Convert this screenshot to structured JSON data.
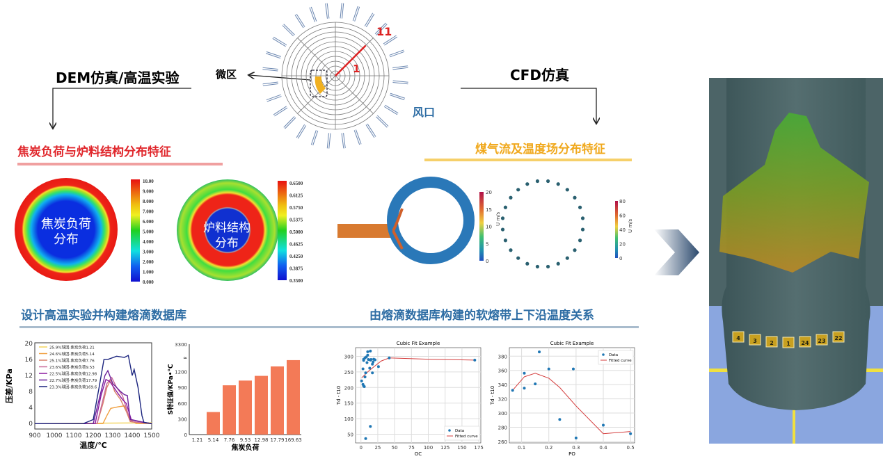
{
  "top": {
    "dem_label": "DEM仿真/高温实验",
    "cfd_label": "CFD仿真",
    "micro_label": "微区",
    "tuyere_label": "风口",
    "ring_inner": "1",
    "ring_outer": "11"
  },
  "sections": {
    "left_title": "焦炭负荷与炉料结构分布特征",
    "right_title": "煤气流及温度场分布特征",
    "bottom_left": "设计高温实验并构建熔滴数据库",
    "bottom_right": "由熔滴数据库构建的软熔带上下沿温度关系"
  },
  "heatmaps": [
    {
      "label1": "焦炭负荷",
      "label2": "分布",
      "ticks": [
        "10.00",
        "9.000",
        "8.000",
        "7.000",
        "6.000",
        "5.000",
        "4.000",
        "3.000",
        "2.000",
        "1.000",
        "0.000"
      ]
    },
    {
      "label1": "炉料结构",
      "label2": "分布",
      "ticks": [
        "0.6500",
        "0.6125",
        "0.5750",
        "0.5375",
        "0.5000",
        "0.4625",
        "0.4250",
        "0.3875",
        "0.3500"
      ]
    }
  ],
  "cfd": [
    {
      "unit": "U m/s",
      "ticks": [
        "20",
        "15",
        "10",
        "5",
        "0"
      ]
    },
    {
      "unit": "U m/s",
      "ticks": [
        "80",
        "60",
        "40",
        "20",
        "0"
      ]
    }
  ],
  "tuyere_numbers": [
    "4",
    "3",
    "2",
    "1",
    "24",
    "23",
    "22"
  ],
  "colors": {
    "red_title": "#e0262b",
    "orange_title": "#f0a81c",
    "blue_heading": "#2e6da4",
    "bar": "#f26b45"
  },
  "chart_data": [
    {
      "type": "line",
      "xlabel": "温度/℃",
      "ylabel": "压差/KPa",
      "xlim": [
        900,
        1500
      ],
      "ylim": [
        0,
        20
      ],
      "xticks": [
        900,
        1000,
        1100,
        1200,
        1300,
        1400,
        1500
      ],
      "yticks": [
        0,
        4,
        8,
        12,
        16,
        20
      ],
      "series": [
        {
          "name": "25.9%球团-焦炭负荷1.21",
          "color": "#f2d45c",
          "points": [
            [
              900,
              0
            ],
            [
              1500,
              0.2
            ]
          ]
        },
        {
          "name": "24.6%球团-焦炭负荷5.14",
          "color": "#f0a040",
          "points": [
            [
              900,
              0
            ],
            [
              1250,
              0
            ],
            [
              1270,
              2
            ],
            [
              1290,
              3.8
            ],
            [
              1330,
              4.2
            ],
            [
              1360,
              4.4
            ],
            [
              1390,
              1
            ],
            [
              1420,
              0
            ],
            [
              1500,
              0
            ]
          ]
        },
        {
          "name": "25.1%球团-焦炭负荷7.76",
          "color": "#d9806a",
          "points": [
            [
              900,
              0
            ],
            [
              1220,
              0
            ],
            [
              1250,
              5
            ],
            [
              1270,
              9
            ],
            [
              1290,
              11
            ],
            [
              1310,
              8
            ],
            [
              1340,
              6
            ],
            [
              1370,
              3
            ],
            [
              1390,
              0.5
            ],
            [
              1500,
              0
            ]
          ]
        },
        {
          "name": "23.6%球团-焦炭负荷9.53",
          "color": "#c86a9a",
          "points": [
            [
              900,
              0
            ],
            [
              1220,
              0
            ],
            [
              1250,
              6
            ],
            [
              1270,
              10
            ],
            [
              1295,
              11.5
            ],
            [
              1320,
              9
            ],
            [
              1350,
              7
            ],
            [
              1375,
              3
            ],
            [
              1395,
              0.5
            ],
            [
              1500,
              0
            ]
          ]
        },
        {
          "name": "22.5%球团-焦炭负荷12.98",
          "color": "#8b1aa0",
          "points": [
            [
              900,
              0
            ],
            [
              1210,
              0
            ],
            [
              1240,
              7
            ],
            [
              1265,
              11
            ],
            [
              1285,
              10.5
            ],
            [
              1320,
              8
            ],
            [
              1350,
              6
            ],
            [
              1370,
              5
            ],
            [
              1395,
              1
            ],
            [
              1460,
              0.3
            ],
            [
              1500,
              0
            ]
          ]
        },
        {
          "name": "22.7%球团-焦炭负荷17.79",
          "color": "#6a1f9a",
          "points": [
            [
              900,
              0
            ],
            [
              1200,
              0
            ],
            [
              1230,
              6
            ],
            [
              1260,
              12
            ],
            [
              1275,
              13.2
            ],
            [
              1300,
              10
            ],
            [
              1340,
              8
            ],
            [
              1360,
              7.2
            ],
            [
              1375,
              7
            ],
            [
              1390,
              1
            ],
            [
              1470,
              0.2
            ],
            [
              1500,
              0
            ]
          ]
        },
        {
          "name": "23.3%球团-焦炭负荷169.6",
          "color": "#1a237e",
          "points": [
            [
              900,
              0
            ],
            [
              1150,
              0
            ],
            [
              1200,
              1
            ],
            [
              1230,
              9
            ],
            [
              1255,
              16
            ],
            [
              1275,
              16
            ],
            [
              1320,
              16.8
            ],
            [
              1360,
              16.5
            ],
            [
              1380,
              17
            ],
            [
              1400,
              12
            ],
            [
              1410,
              13.5
            ],
            [
              1430,
              9
            ],
            [
              1450,
              2
            ],
            [
              1460,
              0.3
            ],
            [
              1500,
              0
            ]
          ]
        }
      ]
    },
    {
      "type": "bar",
      "xlabel": "焦炭负荷",
      "ylabel": "S特征值/KPa•℃",
      "categories": [
        "1.21",
        "5.14",
        "7.76",
        "9.53",
        "12.98",
        "17.79",
        "169.63"
      ],
      "values": [
        0,
        430,
        940,
        1030,
        1120,
        1300,
        1420
      ],
      "yticks": [
        0,
        300,
        600,
        900,
        1200,
        3300
      ],
      "ylim": [
        0,
        1500
      ],
      "axis_break": true
    },
    {
      "type": "scatter",
      "title": "Cubic Fit Example",
      "xlabel": "OC",
      "ylabel": "Td - t10",
      "xlim": [
        -8,
        178
      ],
      "ylim": [
        22,
        328
      ],
      "xticks": [
        0,
        25,
        50,
        75,
        100,
        125,
        150,
        175
      ],
      "yticks": [
        50,
        100,
        150,
        200,
        250,
        300
      ],
      "legend": [
        "Data",
        "Fitted curve"
      ],
      "points": [
        [
          1,
          221
        ],
        [
          3,
          210
        ],
        [
          4,
          205
        ],
        [
          5,
          203
        ],
        [
          3,
          260
        ],
        [
          4,
          287
        ],
        [
          4,
          291
        ],
        [
          6,
          234
        ],
        [
          6,
          295
        ],
        [
          7,
          247
        ],
        [
          8,
          298
        ],
        [
          9,
          280
        ],
        [
          10,
          304
        ],
        [
          10,
          315
        ],
        [
          11,
          290
        ],
        [
          13,
          262
        ],
        [
          14,
          317
        ],
        [
          14,
          288
        ],
        [
          15,
          290
        ],
        [
          17,
          247
        ],
        [
          17,
          275
        ],
        [
          18,
          282
        ],
        [
          19,
          291
        ],
        [
          21,
          289
        ],
        [
          26,
          267
        ],
        [
          42,
          295
        ],
        [
          169,
          288
        ],
        [
          7,
          36
        ],
        [
          14,
          75
        ]
      ],
      "fit": [
        [
          1,
          231
        ],
        [
          10,
          250
        ],
        [
          20,
          268
        ],
        [
          30,
          285
        ],
        [
          42,
          295
        ],
        [
          100,
          291
        ],
        [
          169,
          288
        ]
      ]
    },
    {
      "type": "scatter",
      "title": "Cubic Fit Example",
      "xlabel": "PO",
      "ylabel": "Td - t10",
      "xlim": [
        0.055,
        0.515
      ],
      "ylim": [
        258,
        392
      ],
      "xticks": [
        0.1,
        0.2,
        0.3,
        0.4,
        0.5
      ],
      "yticks": [
        260,
        280,
        300,
        320,
        340,
        360,
        380
      ],
      "legend": [
        "Data",
        "Fitted curve"
      ],
      "points": [
        [
          0.067,
          332
        ],
        [
          0.11,
          356
        ],
        [
          0.11,
          335
        ],
        [
          0.15,
          341
        ],
        [
          0.165,
          386
        ],
        [
          0.2,
          362
        ],
        [
          0.24,
          291
        ],
        [
          0.29,
          362
        ],
        [
          0.3,
          265
        ],
        [
          0.4,
          283
        ],
        [
          0.5,
          271
        ]
      ],
      "fit": [
        [
          0.067,
          332
        ],
        [
          0.11,
          351
        ],
        [
          0.15,
          356
        ],
        [
          0.2,
          349
        ],
        [
          0.24,
          336
        ],
        [
          0.3,
          310
        ],
        [
          0.4,
          271
        ],
        [
          0.5,
          274
        ]
      ]
    }
  ]
}
